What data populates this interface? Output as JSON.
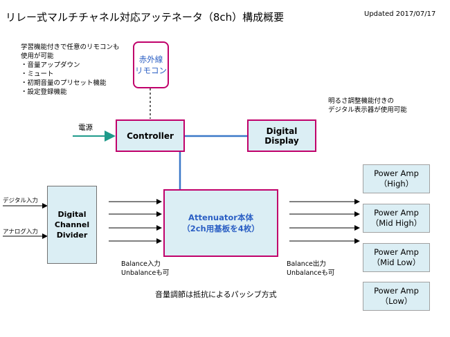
{
  "title": "リレー式マルチチャネル対応アッテネータ（8ch）構成概要",
  "updated": "Updated 2017/07/17",
  "remote_notes": [
    "学習機能付きで任意のリモコンも",
    "使用が可能",
    "・音量アップダウン",
    "・ミュート",
    "・初期音量のプリセット機能",
    "・設定登録機能"
  ],
  "remote": {
    "line1": "赤外線",
    "line2": "リモコン"
  },
  "display_note": [
    "明るさ調整機能付きの",
    "デジタル表示器が使用可能"
  ],
  "power_label": "電源",
  "controller": "Controller",
  "digital_display": "Digital Display",
  "inputs": {
    "digital": "デジタル入力",
    "analog": "アナログ入力"
  },
  "divider": {
    "line1": "Digital",
    "line2": "Channel",
    "line3": "Divider"
  },
  "attenuator": {
    "line1": "Attenuator本体",
    "line2": "（2ch用基板を4枚）"
  },
  "balance_in": [
    "Balance入力",
    "Unbalanceも可"
  ],
  "balance_out": [
    "Balance出力",
    "Unbalanceも可"
  ],
  "footer_note": "音量調節は抵抗によるパッシブ方式",
  "amps": [
    {
      "line1": "Power Amp",
      "line2": "（High）"
    },
    {
      "line1": "Power Amp",
      "line2": "（Mid High）"
    },
    {
      "line1": "Power Amp",
      "line2": "（Mid Low）"
    },
    {
      "line1": "Power Amp",
      "line2": "（Low）"
    }
  ],
  "colors": {
    "box_fill": "#dbeef4",
    "box_border": "#c0006a",
    "blue_line": "#3a78c8",
    "teal_arrow": "#1e9a8a"
  }
}
